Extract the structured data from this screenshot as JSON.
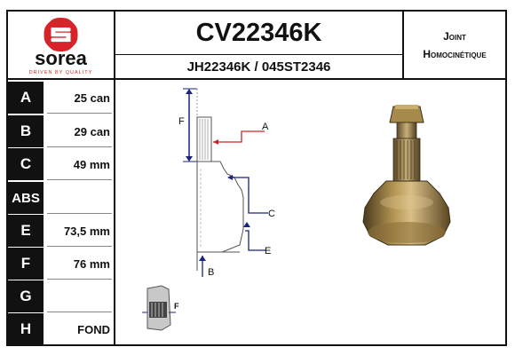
{
  "brand": {
    "name": "sorea",
    "tagline": "DRIVEN BY QUALITY",
    "color": "#d8232a"
  },
  "header": {
    "title": "CV22346K",
    "references": "JH22346K / 045ST2346",
    "category_line1": "Joint",
    "category_line2": "Homocinétique"
  },
  "specs": [
    {
      "letter": "A",
      "value": "25 can"
    },
    {
      "letter": "B",
      "value": "29 can"
    },
    {
      "letter": "C",
      "value": "49 mm"
    },
    {
      "letter": "ABS",
      "value": ""
    },
    {
      "letter": "E",
      "value": "73,5 mm"
    },
    {
      "letter": "F",
      "value": "76 mm"
    },
    {
      "letter": "G",
      "value": ""
    },
    {
      "letter": "H",
      "value": "FOND"
    }
  ],
  "diagram": {
    "label_a": "A",
    "label_b": "B",
    "label_c": "C",
    "label_e": "E",
    "label_f": "F",
    "label_f_small": "F"
  }
}
